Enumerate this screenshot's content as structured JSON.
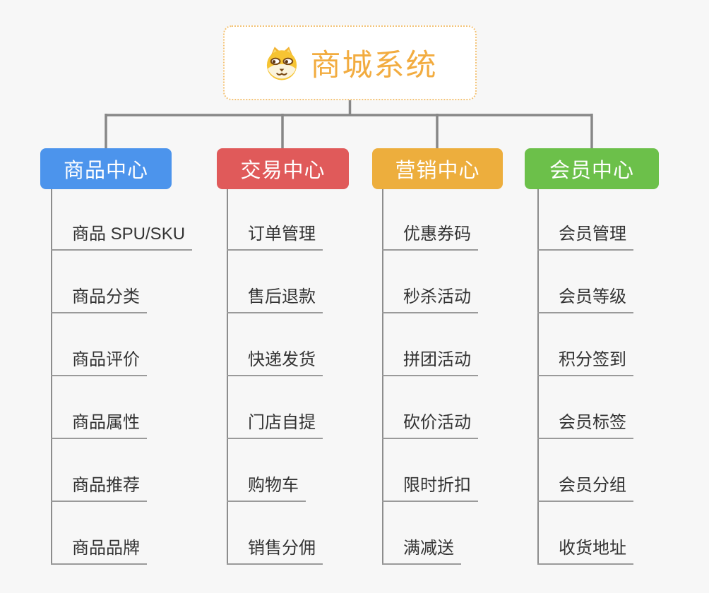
{
  "root": {
    "title": "商城系统",
    "icon": "dog-face-icon"
  },
  "branches": [
    {
      "label": "商品中心",
      "color": "#4c94ec",
      "leaves": [
        "商品 SPU/SKU",
        "商品分类",
        "商品评价",
        "商品属性",
        "商品推荐",
        "商品品牌"
      ]
    },
    {
      "label": "交易中心",
      "color": "#e05a5a",
      "leaves": [
        "订单管理",
        "售后退款",
        "快递发货",
        "门店自提",
        "购物车",
        "销售分佣"
      ]
    },
    {
      "label": "营销中心",
      "color": "#edae3d",
      "leaves": [
        "优惠券码",
        "秒杀活动",
        "拼团活动",
        "砍价活动",
        "限时折扣",
        "满减送"
      ]
    },
    {
      "label": "会员中心",
      "color": "#6cc04a",
      "leaves": [
        "会员管理",
        "会员等级",
        "积分签到",
        "会员标签",
        "会员分组",
        "收货地址"
      ]
    }
  ],
  "colors": {
    "background": "#f7f7f7",
    "root_border": "#f3c377",
    "root_title_text": "#f2ac40",
    "connector": "#878787",
    "leaf_text": "#333333",
    "leaf_underline": "#9a9a9a",
    "branch_text": "#ffffff"
  }
}
